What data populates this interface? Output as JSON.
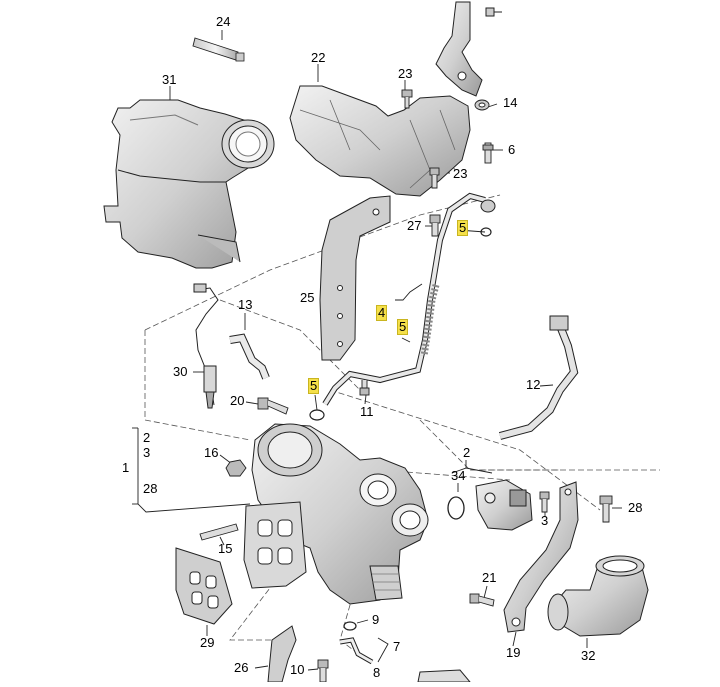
{
  "colors": {
    "line": "#1a1a1a",
    "part_fill": "#e6e6e6",
    "part_shade": "#bdbdbd",
    "part_dark": "#8c8c8c",
    "highlight": "#f5e04a"
  },
  "callouts": [
    {
      "id": "c24",
      "text": "24",
      "highlighted": false
    },
    {
      "id": "c22",
      "text": "22",
      "highlighted": false
    },
    {
      "id": "c23a",
      "text": "23",
      "highlighted": false
    },
    {
      "id": "c14",
      "text": "14",
      "highlighted": false
    },
    {
      "id": "c6",
      "text": "6",
      "highlighted": false
    },
    {
      "id": "c31",
      "text": "31",
      "highlighted": false
    },
    {
      "id": "c23b",
      "text": "23",
      "highlighted": false
    },
    {
      "id": "c27",
      "text": "27",
      "highlighted": false
    },
    {
      "id": "c5a",
      "text": "5",
      "highlighted": true
    },
    {
      "id": "c25",
      "text": "25",
      "highlighted": false
    },
    {
      "id": "c4",
      "text": "4",
      "highlighted": true
    },
    {
      "id": "c5b",
      "text": "5",
      "highlighted": true
    },
    {
      "id": "c13",
      "text": "13",
      "highlighted": false
    },
    {
      "id": "c12",
      "text": "12",
      "highlighted": false
    },
    {
      "id": "c30",
      "text": "30",
      "highlighted": false
    },
    {
      "id": "c5c",
      "text": "5",
      "highlighted": true
    },
    {
      "id": "c20",
      "text": "20",
      "highlighted": false
    },
    {
      "id": "c11",
      "text": "11",
      "highlighted": false
    },
    {
      "id": "c2a",
      "text": "2",
      "highlighted": false
    },
    {
      "id": "c3a",
      "text": "3",
      "highlighted": false
    },
    {
      "id": "c1",
      "text": "1",
      "highlighted": false
    },
    {
      "id": "c28a",
      "text": "28",
      "highlighted": false
    },
    {
      "id": "c16",
      "text": "16",
      "highlighted": false
    },
    {
      "id": "c2b",
      "text": "2",
      "highlighted": false
    },
    {
      "id": "c34",
      "text": "34",
      "highlighted": false
    },
    {
      "id": "c3b",
      "text": "3",
      "highlighted": false
    },
    {
      "id": "c28b",
      "text": "28",
      "highlighted": false
    },
    {
      "id": "c15",
      "text": "15",
      "highlighted": false
    },
    {
      "id": "c21",
      "text": "21",
      "highlighted": false
    },
    {
      "id": "c29",
      "text": "29",
      "highlighted": false
    },
    {
      "id": "c9",
      "text": "9",
      "highlighted": false
    },
    {
      "id": "c7",
      "text": "7",
      "highlighted": false
    },
    {
      "id": "c19",
      "text": "19",
      "highlighted": false
    },
    {
      "id": "c32",
      "text": "32",
      "highlighted": false
    },
    {
      "id": "c26",
      "text": "26",
      "highlighted": false
    },
    {
      "id": "c10",
      "text": "10",
      "highlighted": false
    },
    {
      "id": "c8",
      "text": "8",
      "highlighted": false
    }
  ]
}
